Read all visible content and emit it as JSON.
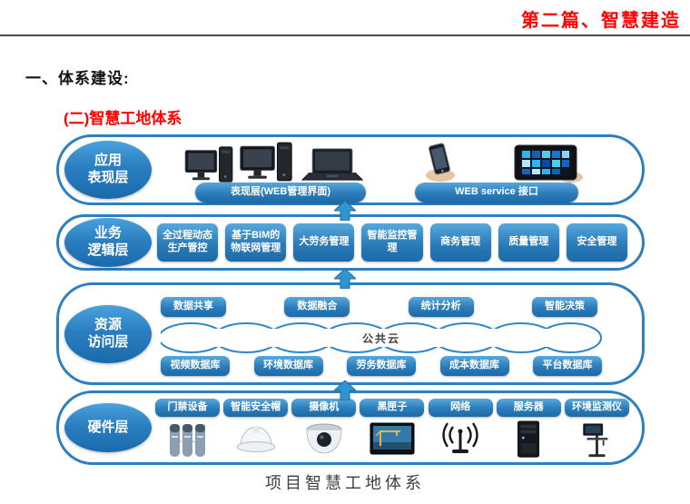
{
  "page": {
    "title": "第二篇、智慧建造",
    "section_heading": "一、体系建设:",
    "section_subheading": "(二)智慧工地体系",
    "caption": "项目智慧工地体系"
  },
  "colors": {
    "band_border_blue": "#2e7fc1",
    "button_blue": "#2a7cba",
    "title_red": "#ff0000",
    "arrow_blue": "#2f95d0"
  },
  "app_layer": {
    "label": "应用\n表现层",
    "buttons": [
      "表现层(WEB管理界面)",
      "WEB service 接口"
    ],
    "device_icons": [
      "desktop-pc-icon",
      "desktop-pc-icon",
      "laptop-icon",
      "smartphone-icon",
      "tablet-icon"
    ]
  },
  "logic_layer": {
    "label": "业务\n逻辑层",
    "buttons": [
      "全过程动态\n生产管控",
      "基于BIM的\n物联网管理",
      "大劳务管理",
      "智能监控管\n理",
      "商务管理",
      "质量管理",
      "安全管理"
    ]
  },
  "resource_layer": {
    "label": "资源\n访问层",
    "top_buttons": [
      "数据共享",
      "数据融合",
      "统计分析",
      "智能决策"
    ],
    "cloud_label": "公共云",
    "bottom_buttons": [
      "视频数据库",
      "环境数据库",
      "劳务数据库",
      "成本数据库",
      "平台数据库"
    ]
  },
  "hardware_layer": {
    "label": "硬件层",
    "buttons": [
      "门禁设备",
      "智能安全帽",
      "摄像机",
      "黑匣子",
      "网络",
      "服务器",
      "环境监测仪"
    ],
    "icons": [
      "turnstile-icon",
      "safety-helmet-icon",
      "dome-camera-icon",
      "black-box-icon",
      "wifi-antenna-icon",
      "server-icon",
      "env-monitor-icon"
    ]
  }
}
